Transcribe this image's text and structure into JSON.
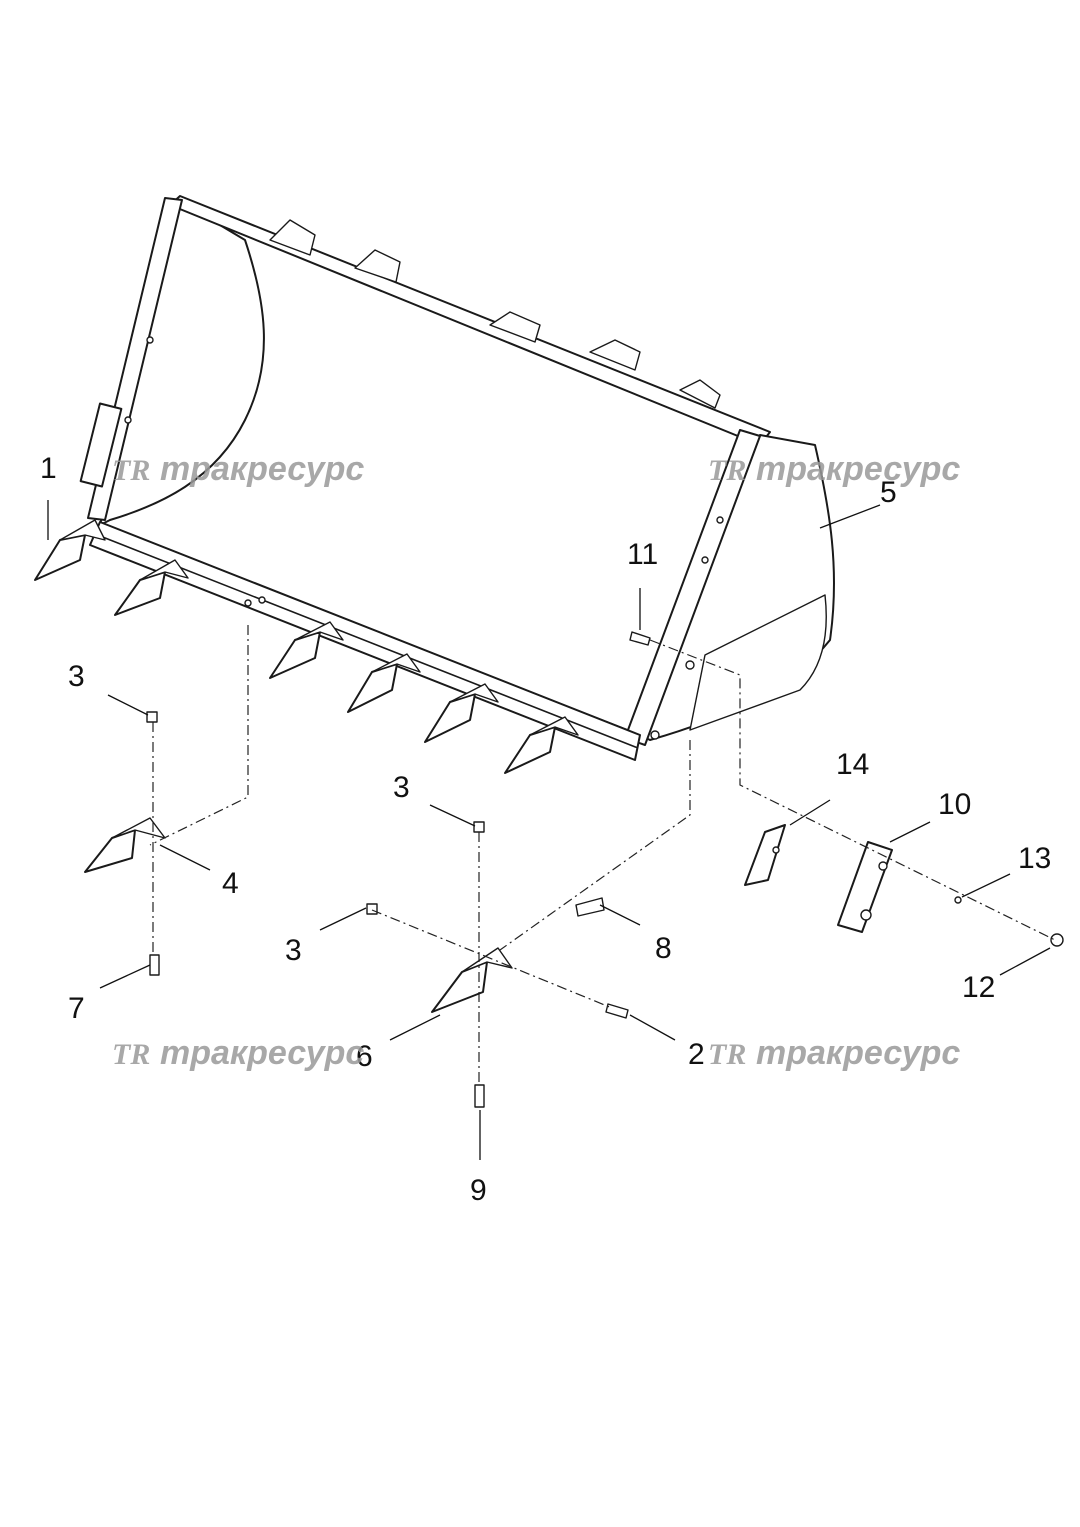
{
  "watermark": {
    "logo": "TR",
    "text": "тракресурс"
  },
  "callouts": {
    "c1": "1",
    "c2": "2",
    "c3a": "3",
    "c3b": "3",
    "c3c": "3",
    "c4": "4",
    "c5": "5",
    "c6": "6",
    "c7": "7",
    "c8": "8",
    "c9": "9",
    "c10": "10",
    "c11": "11",
    "c12": "12",
    "c13": "13",
    "c14": "14"
  }
}
